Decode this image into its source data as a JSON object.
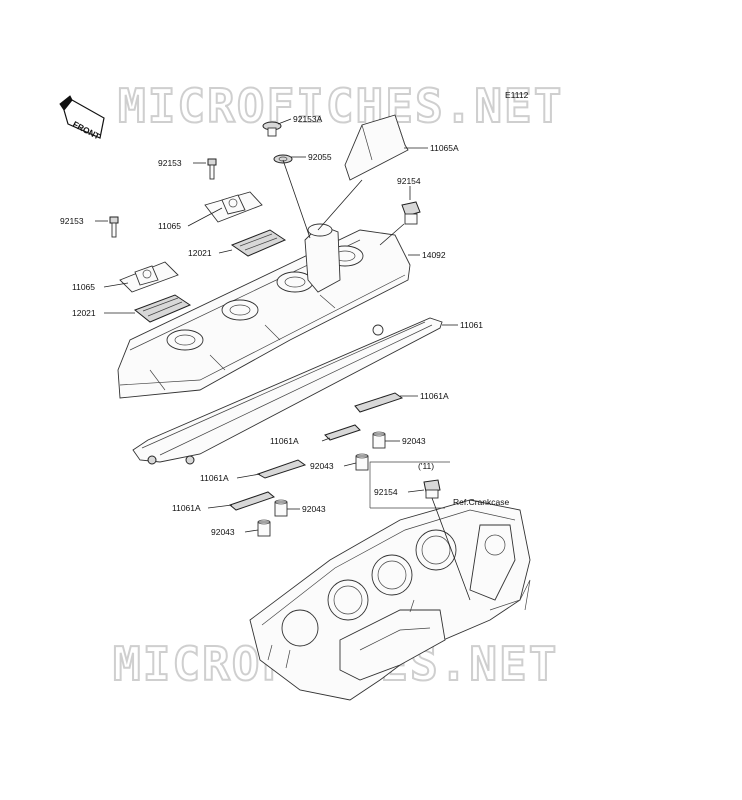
{
  "diagram_code": "E1112",
  "watermark": "MICROFICHES.NET",
  "front_marker": "FRONT",
  "reference_note": "Ref.Crankcase",
  "year_note": "('11)",
  "parts": [
    {
      "part_no": "92153A"
    },
    {
      "part_no": "11065A"
    },
    {
      "part_no": "92055"
    },
    {
      "part_no": "92153"
    },
    {
      "part_no": "92154"
    },
    {
      "part_no": "11065"
    },
    {
      "part_no": "92153"
    },
    {
      "part_no": "12021"
    },
    {
      "part_no": "14092"
    },
    {
      "part_no": "11065"
    },
    {
      "part_no": "12021"
    },
    {
      "part_no": "11061"
    },
    {
      "part_no": "11061A"
    },
    {
      "part_no": "11061A"
    },
    {
      "part_no": "92043"
    },
    {
      "part_no": "92043"
    },
    {
      "part_no": "11061A"
    },
    {
      "part_no": "92154"
    },
    {
      "part_no": "11061A"
    },
    {
      "part_no": "92043"
    },
    {
      "part_no": "92043"
    }
  ]
}
